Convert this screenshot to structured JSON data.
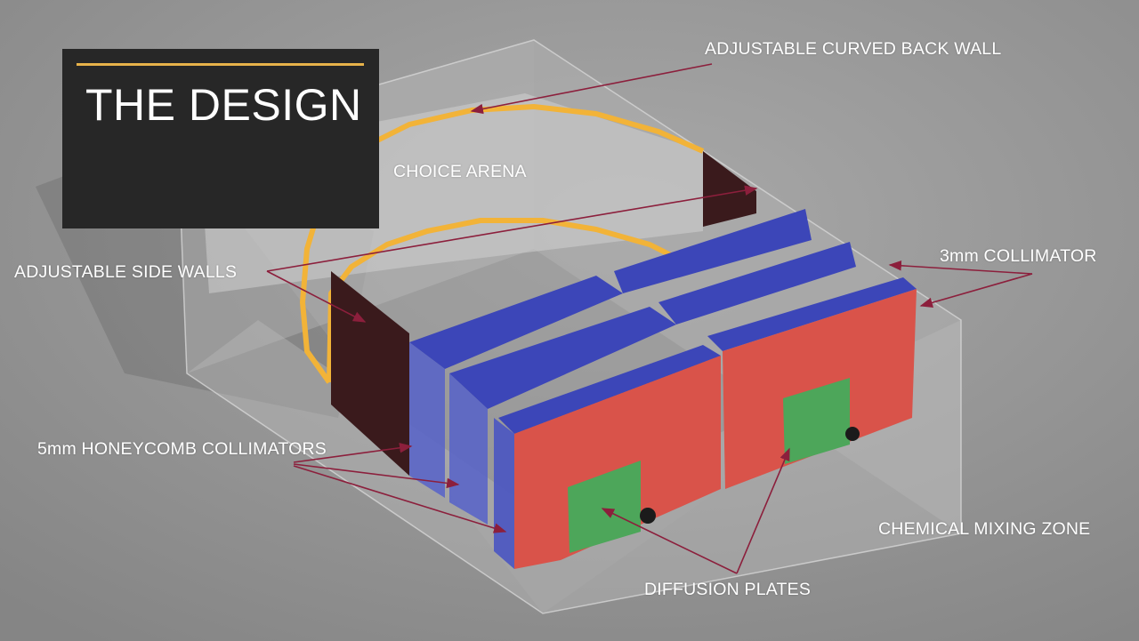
{
  "slide": {
    "title": "THE DESIGN",
    "accent_color": "#e7b24a"
  },
  "labels": {
    "back_wall": "ADJUSTABLE CURVED BACK WALL",
    "choice_arena": "CHOICE ARENA",
    "side_walls": "ADJUSTABLE SIDE WALLS",
    "collimator_3mm": "3mm COLLIMATOR",
    "honeycomb": "5mm HONEYCOMB COLLIMATORS",
    "mixing_zone": "CHEMICAL MIXING ZONE",
    "diffusion_plates": "DIFFUSION PLATES"
  },
  "colors": {
    "background": "#8f8f8f",
    "box_glass": "#b4b4b4",
    "side_wall": "#3a1a1c",
    "curved_wall": "#f2b338",
    "collimator_blue": "#3c46b8",
    "plate_red": "#d9534a",
    "diffusion_green": "#4da65a",
    "arrow": "#8c1f3c"
  }
}
